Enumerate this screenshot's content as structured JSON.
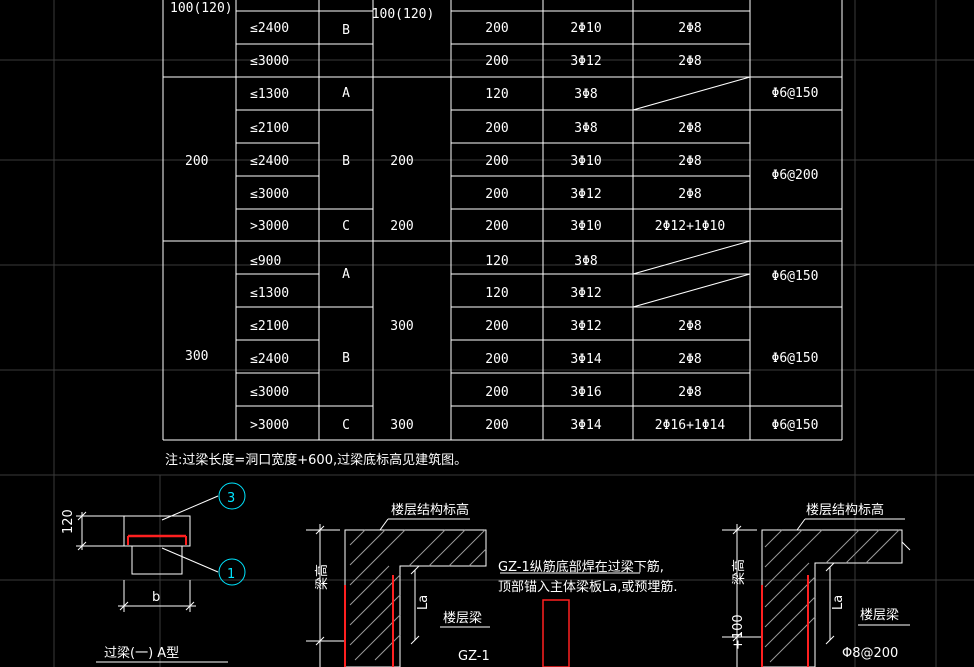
{
  "table": {
    "rows": [
      {
        "wall": "100(120)",
        "span": "",
        "type": "",
        "beam_h": "100(120)",
        "h": "200",
        "bottom": "2Φ10",
        "top": "2Φ8",
        "stirrup": ""
      },
      {
        "wall": "",
        "span": "≤2400",
        "type": "B",
        "beam_h": "",
        "h": "200",
        "bottom": "2Φ10",
        "top": "2Φ8",
        "stirrup": ""
      },
      {
        "wall": "",
        "span": "≤3000",
        "type": "",
        "beam_h": "",
        "h": "200",
        "bottom": "3Φ12",
        "top": "2Φ8",
        "stirrup": ""
      },
      {
        "wall": "",
        "span": "≤1300",
        "type": "A",
        "beam_h": "",
        "h": "120",
        "bottom": "3Φ8",
        "top": "",
        "stirrup": "Φ6@150"
      },
      {
        "wall": "",
        "span": "≤2100",
        "type": "",
        "beam_h": "",
        "h": "200",
        "bottom": "3Φ8",
        "top": "2Φ8",
        "stirrup": ""
      },
      {
        "wall": "200",
        "span": "≤2400",
        "type": "B",
        "beam_h": "200",
        "h": "200",
        "bottom": "3Φ10",
        "top": "2Φ8",
        "stirrup": "Φ6@200"
      },
      {
        "wall": "",
        "span": "≤3000",
        "type": "",
        "beam_h": "",
        "h": "200",
        "bottom": "3Φ12",
        "top": "2Φ8",
        "stirrup": ""
      },
      {
        "wall": "",
        "span": ">3000",
        "type": "C",
        "beam_h": "200",
        "h": "200",
        "bottom": "3Φ10",
        "top": "2Φ12+1Φ10",
        "stirrup": ""
      },
      {
        "wall": "",
        "span": "≤900",
        "type": "A",
        "beam_h": "",
        "h": "120",
        "bottom": "3Φ8",
        "top": "",
        "stirrup": "Φ6@150"
      },
      {
        "wall": "",
        "span": "≤1300",
        "type": "",
        "beam_h": "",
        "h": "120",
        "bottom": "3Φ12",
        "top": "",
        "stirrup": ""
      },
      {
        "wall": "",
        "span": "≤2100",
        "type": "",
        "beam_h": "300",
        "h": "200",
        "bottom": "3Φ12",
        "top": "2Φ8",
        "stirrup": ""
      },
      {
        "wall": "300",
        "span": "≤2400",
        "type": "B",
        "beam_h": "",
        "h": "200",
        "bottom": "3Φ14",
        "top": "2Φ8",
        "stirrup": "Φ6@150"
      },
      {
        "wall": "",
        "span": "≤3000",
        "type": "",
        "beam_h": "",
        "h": "200",
        "bottom": "3Φ16",
        "top": "2Φ8",
        "stirrup": ""
      },
      {
        "wall": "",
        "span": ">3000",
        "type": "C",
        "beam_h": "300",
        "h": "200",
        "bottom": "3Φ14",
        "top": "2Φ16+1Φ14",
        "stirrup": "Φ6@150"
      }
    ]
  },
  "note": "注:过梁长度=洞口宽度+600,过梁底标高见建筑图。",
  "detail_a": {
    "dim_120": "120",
    "dim_b": "b",
    "callout_3": "3",
    "callout_1": "1",
    "title": "过梁(一) A型"
  },
  "detail_left": {
    "floor_elev": "楼层结构标高",
    "beam_height": "梁高",
    "la": "La",
    "floor_beam": "楼层梁",
    "gz": "GZ-1",
    "gz_note_1": "GZ-1纵筋底部焊在过梁下筋,",
    "gz_note_2": "顶部锚入主体梁板La,或预埋筋."
  },
  "detail_right": {
    "floor_elev": "楼层结构标高",
    "beam_height": "梁高",
    "la": "La",
    "floor_beam": "楼层梁",
    "dim_100": "+100",
    "stirrup": "Φ8@200"
  },
  "colors": {
    "line": "#ffffff",
    "grid": "#3a3a3a",
    "rebar": "#ff2020",
    "callout": "#00e5ff"
  }
}
